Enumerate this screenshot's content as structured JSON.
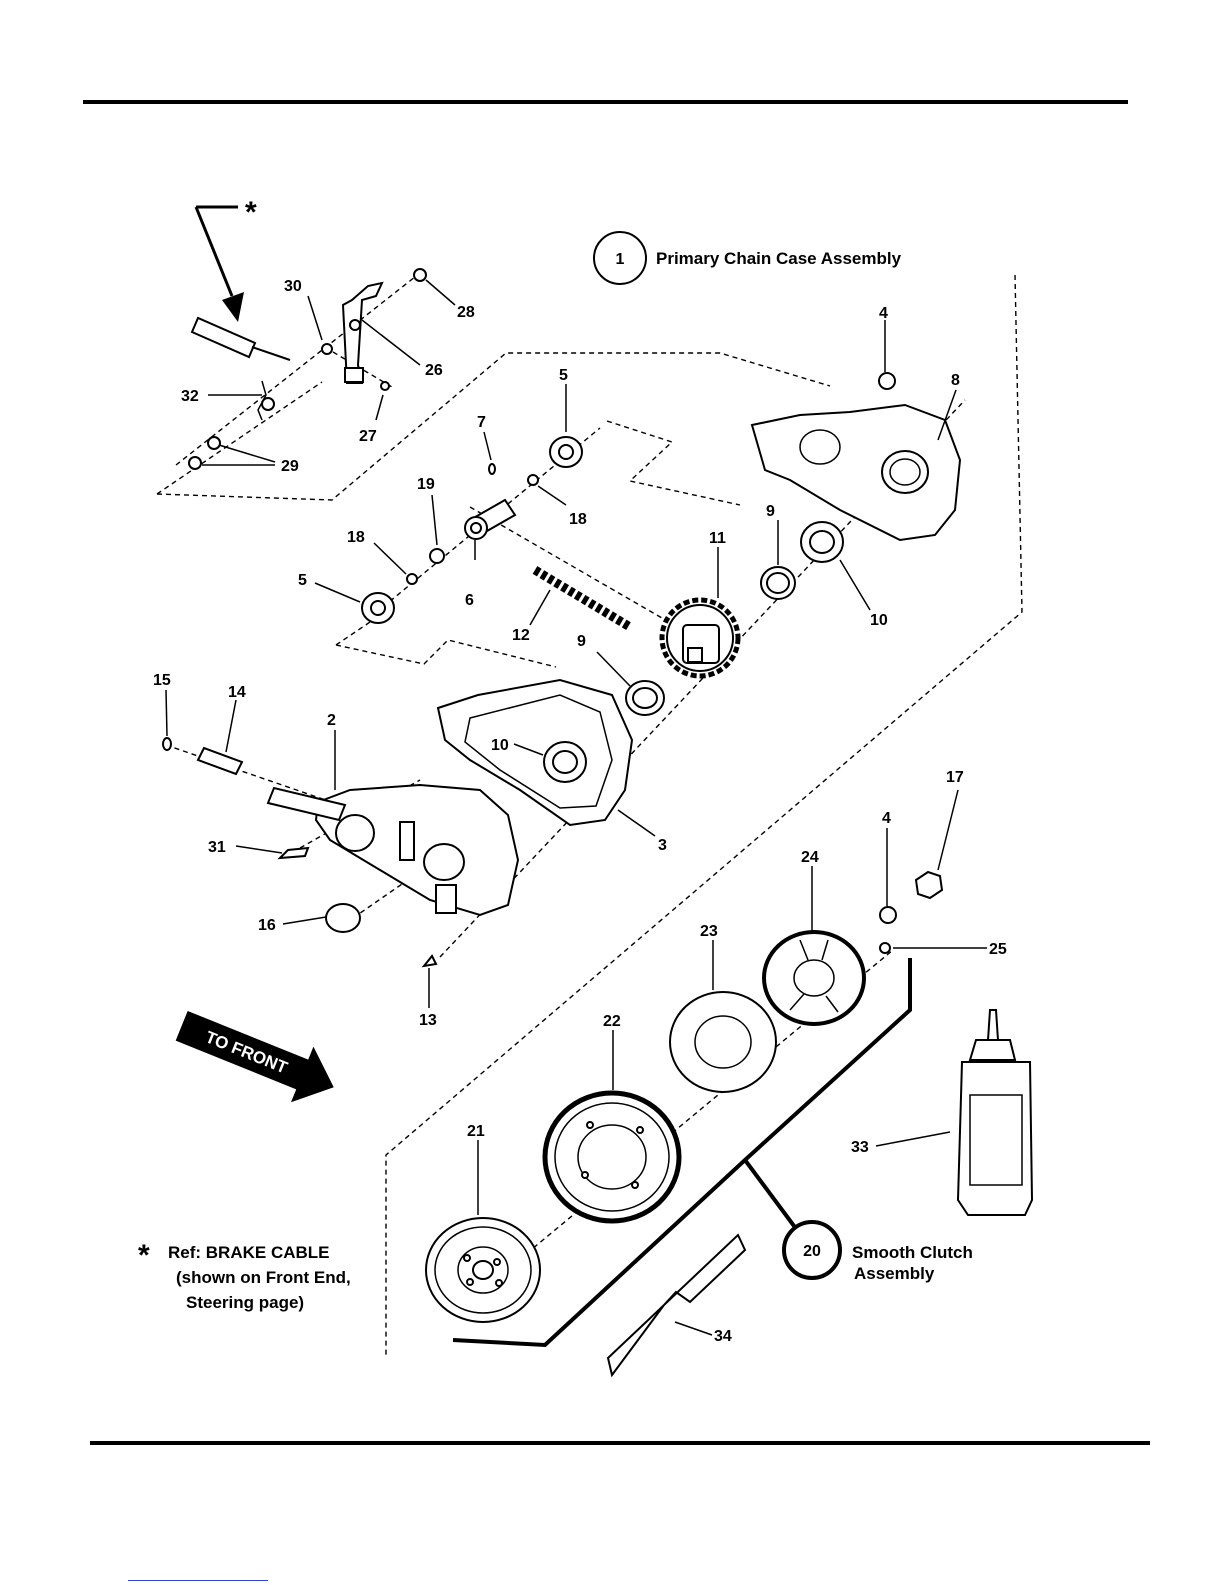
{
  "diagram": {
    "callouts": {
      "primary_assembly": {
        "number": "1",
        "label": "Primary Chain Case Assembly"
      },
      "clutch_assembly": {
        "number": "20",
        "label_line1": "Smooth Clutch",
        "label_line2": "Assembly"
      }
    },
    "direction_label": "TO FRONT",
    "asterisk": "*",
    "reference_note": {
      "symbol": "*",
      "line1": "Ref: BRAKE CABLE",
      "line2": "(shown on Front  End,",
      "line3": "Steering page)"
    },
    "part_numbers": {
      "p2": "2",
      "p3": "3",
      "p4a": "4",
      "p4b": "4",
      "p5a": "5",
      "p5b": "5",
      "p6": "6",
      "p7": "7",
      "p8": "8",
      "p9a": "9",
      "p9b": "9",
      "p10a": "10",
      "p10b": "10",
      "p11": "11",
      "p12": "12",
      "p13": "13",
      "p14": "14",
      "p15": "15",
      "p16": "16",
      "p17": "17",
      "p18a": "18",
      "p18b": "18",
      "p19": "19",
      "p21": "21",
      "p22": "22",
      "p23": "23",
      "p24": "24",
      "p25": "25",
      "p26": "26",
      "p27": "27",
      "p28": "28",
      "p29": "29",
      "p30": "30",
      "p31": "31",
      "p32": "32",
      "p33": "33",
      "p34": "34"
    }
  }
}
